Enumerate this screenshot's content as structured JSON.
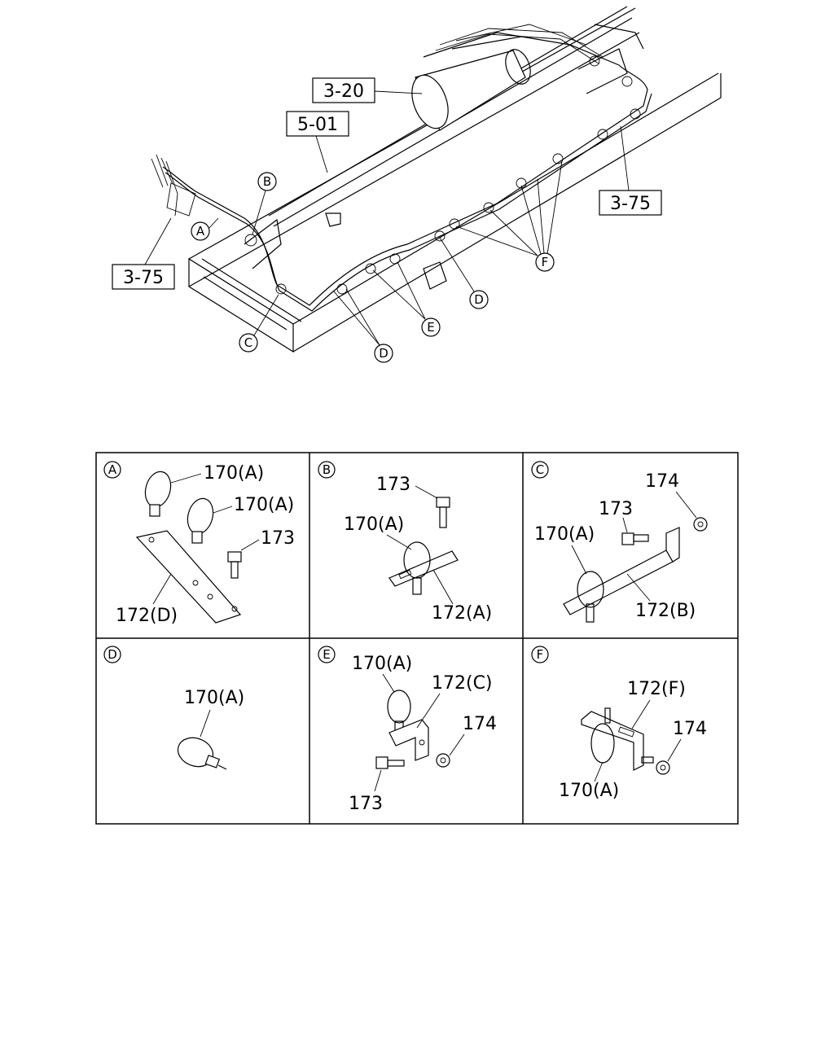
{
  "main_view": {
    "refs": {
      "r320": "3-20",
      "r501": "5-01",
      "r375_right": "3-75",
      "r375_left": "3-75"
    },
    "markers": {
      "A": "A",
      "B": "B",
      "C": "C",
      "D1": "D",
      "D2": "D",
      "E": "E",
      "F": "F"
    }
  },
  "details": {
    "A": {
      "letter": "A",
      "labels": [
        "170(A)",
        "170(A)",
        "173",
        "172(D)"
      ]
    },
    "B": {
      "letter": "B",
      "labels": [
        "173",
        "170(A)",
        "172(A)"
      ]
    },
    "C": {
      "letter": "C",
      "labels": [
        "174",
        "173",
        "170(A)",
        "172(B)"
      ]
    },
    "D": {
      "letter": "D",
      "labels": [
        "170(A)"
      ]
    },
    "E": {
      "letter": "E",
      "labels": [
        "170(A)",
        "172(C)",
        "174",
        "173"
      ]
    },
    "F": {
      "letter": "F",
      "labels": [
        "172(F)",
        "174",
        "170(A)"
      ]
    }
  }
}
